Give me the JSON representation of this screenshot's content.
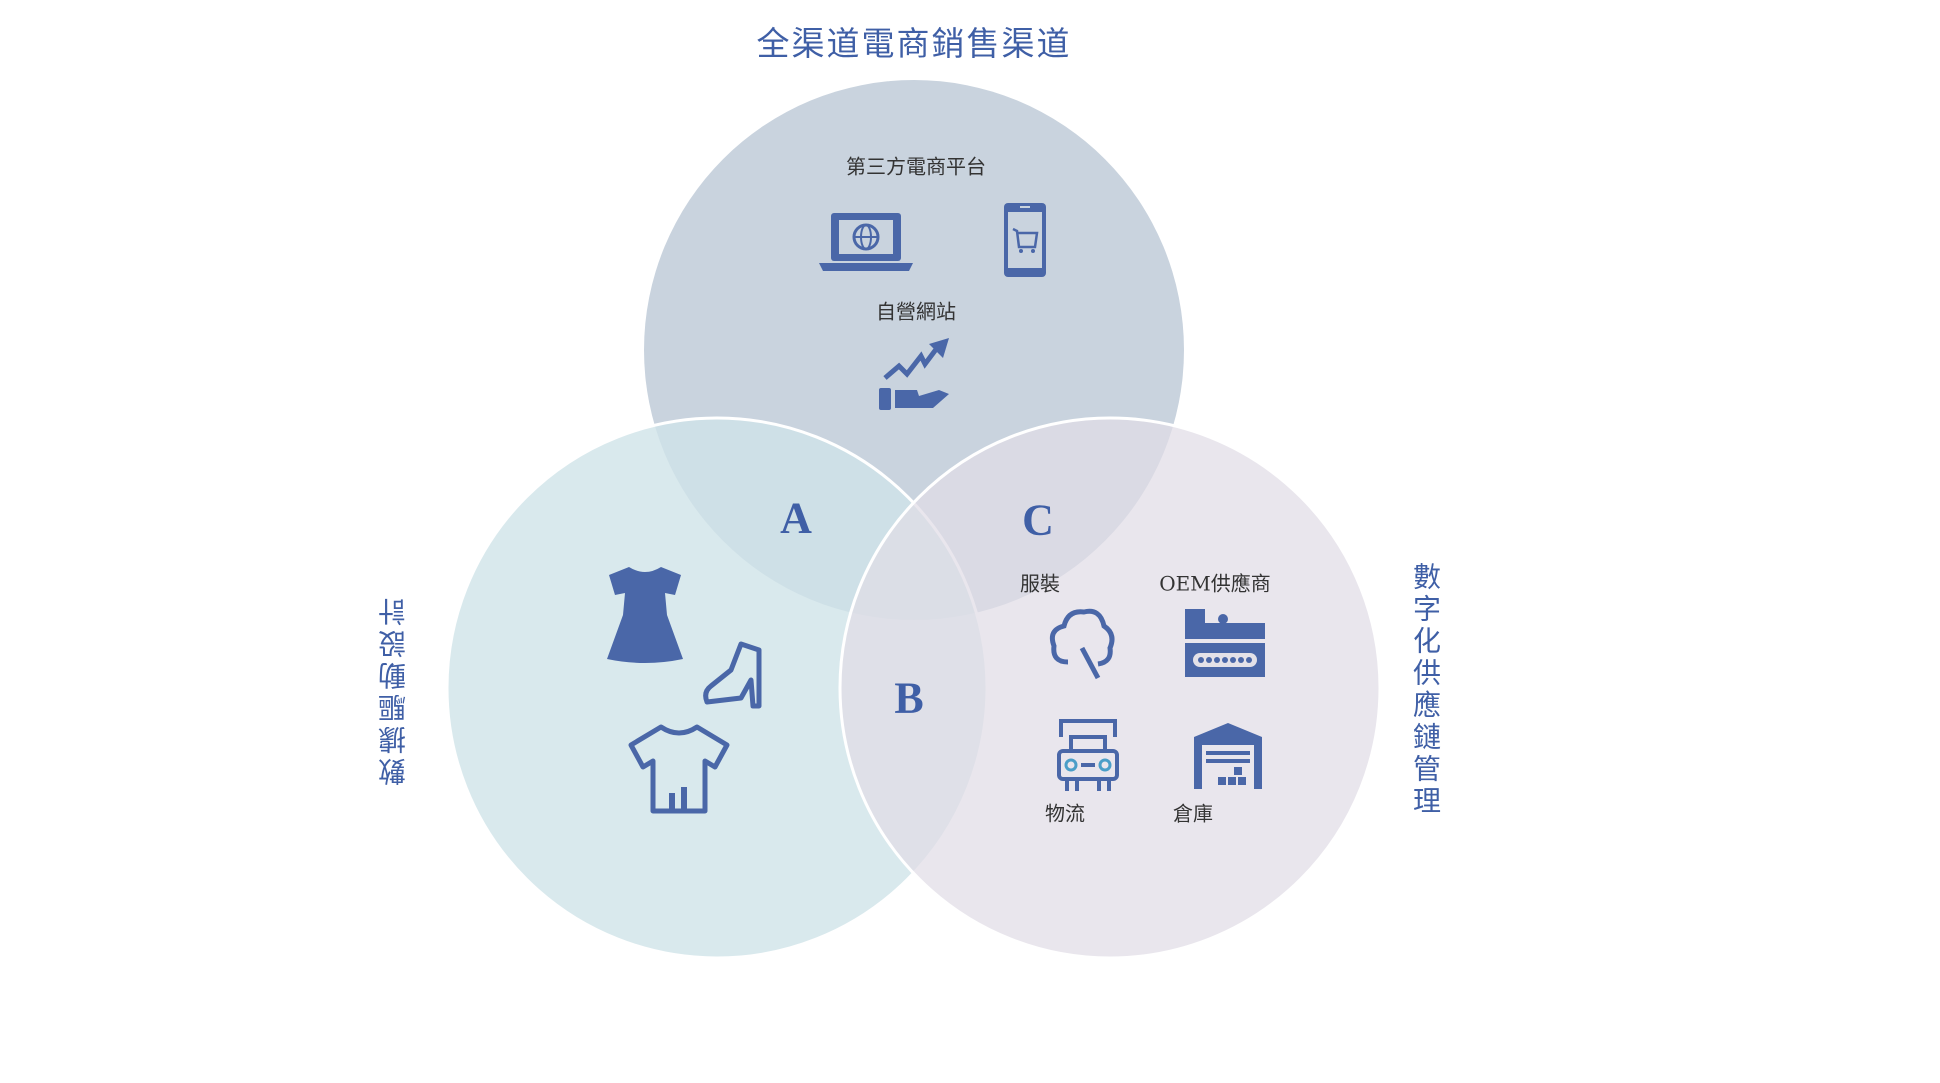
{
  "title": "全渠道電商銷售渠道",
  "left_label": "數據驅動設計",
  "right_label": "數字化供應鏈管理",
  "top_circle": {
    "label_platform": "第三方電商平台",
    "label_website": "自營網站",
    "icons": [
      "laptop-globe-icon",
      "phone-cart-icon",
      "hand-growth-icon"
    ]
  },
  "intersections": {
    "a": "A",
    "b": "B",
    "c": "C"
  },
  "left_circle": {
    "icons": [
      "dress-icon",
      "high-heel-icon",
      "tshirt-icon"
    ]
  },
  "right_circle": {
    "label_apparel": "服裝",
    "label_oem": "OEM供應商",
    "label_logistics": "物流",
    "label_warehouse": "倉庫",
    "icons": [
      "cotton-icon",
      "factory-icon",
      "truck-icon",
      "warehouse-icon"
    ]
  },
  "colors": {
    "accent": "#4a67a8",
    "top": "#c9d3de",
    "left": "#d6e8eb",
    "right": "#e3e1e8"
  }
}
